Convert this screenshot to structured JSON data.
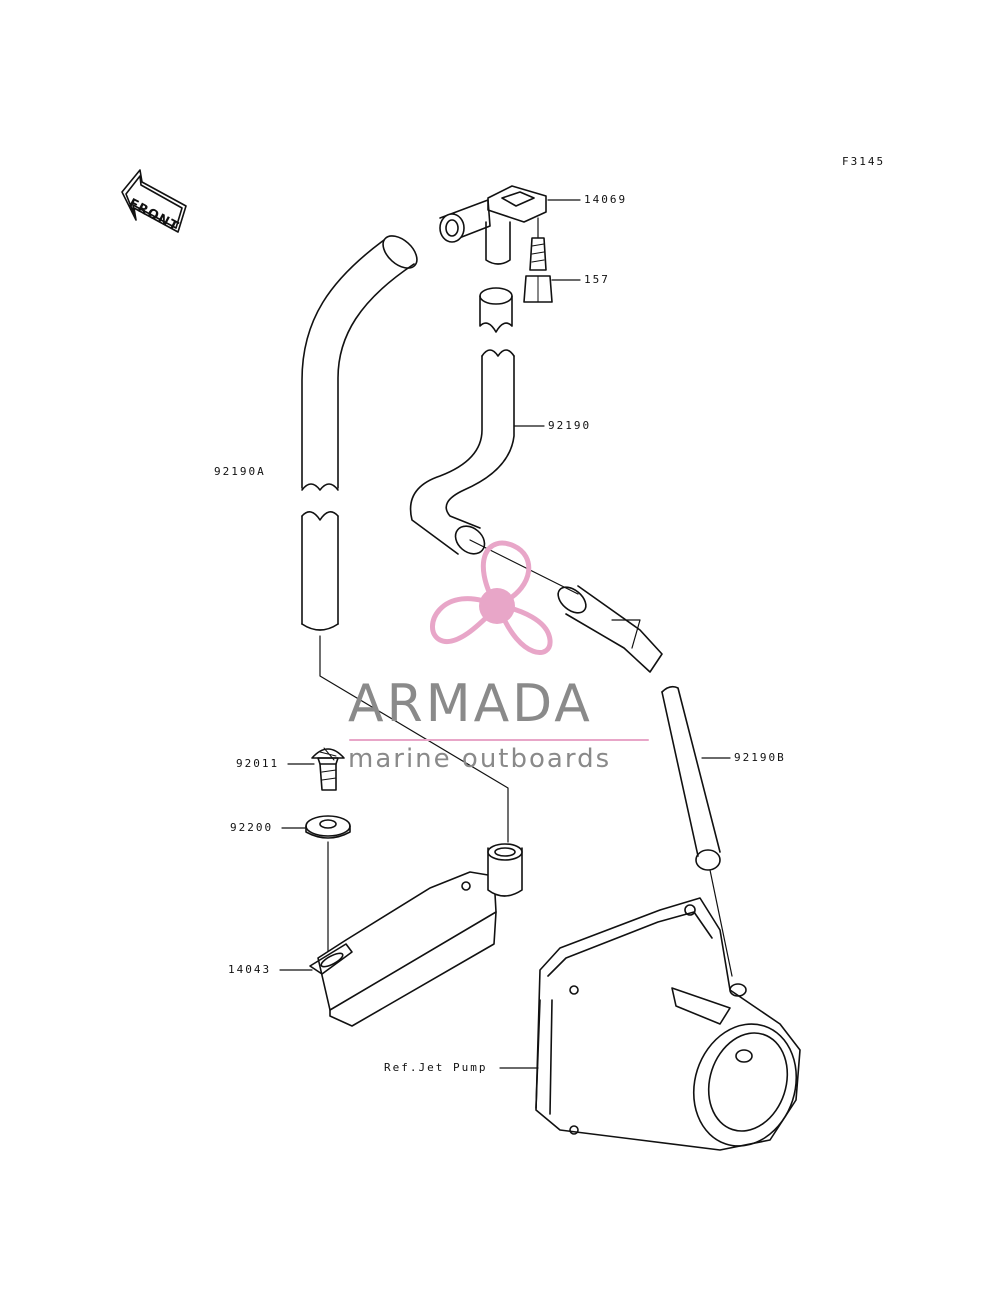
{
  "figure_code": "F3145",
  "front_label": "FRONT",
  "parts": {
    "p14069": "14069",
    "p157": "157",
    "p92190": "92190",
    "p92190A": "92190A",
    "p92190B": "92190B",
    "p92011": "92011",
    "p92200": "92200",
    "p14043": "14043",
    "ref_jet_pump": "Ref.Jet Pump"
  },
  "watermark": {
    "title": "ARMADA",
    "subtitle": "marine outboards",
    "accent_color": "#e8a6c8",
    "text_color": "#8a8a8a"
  }
}
